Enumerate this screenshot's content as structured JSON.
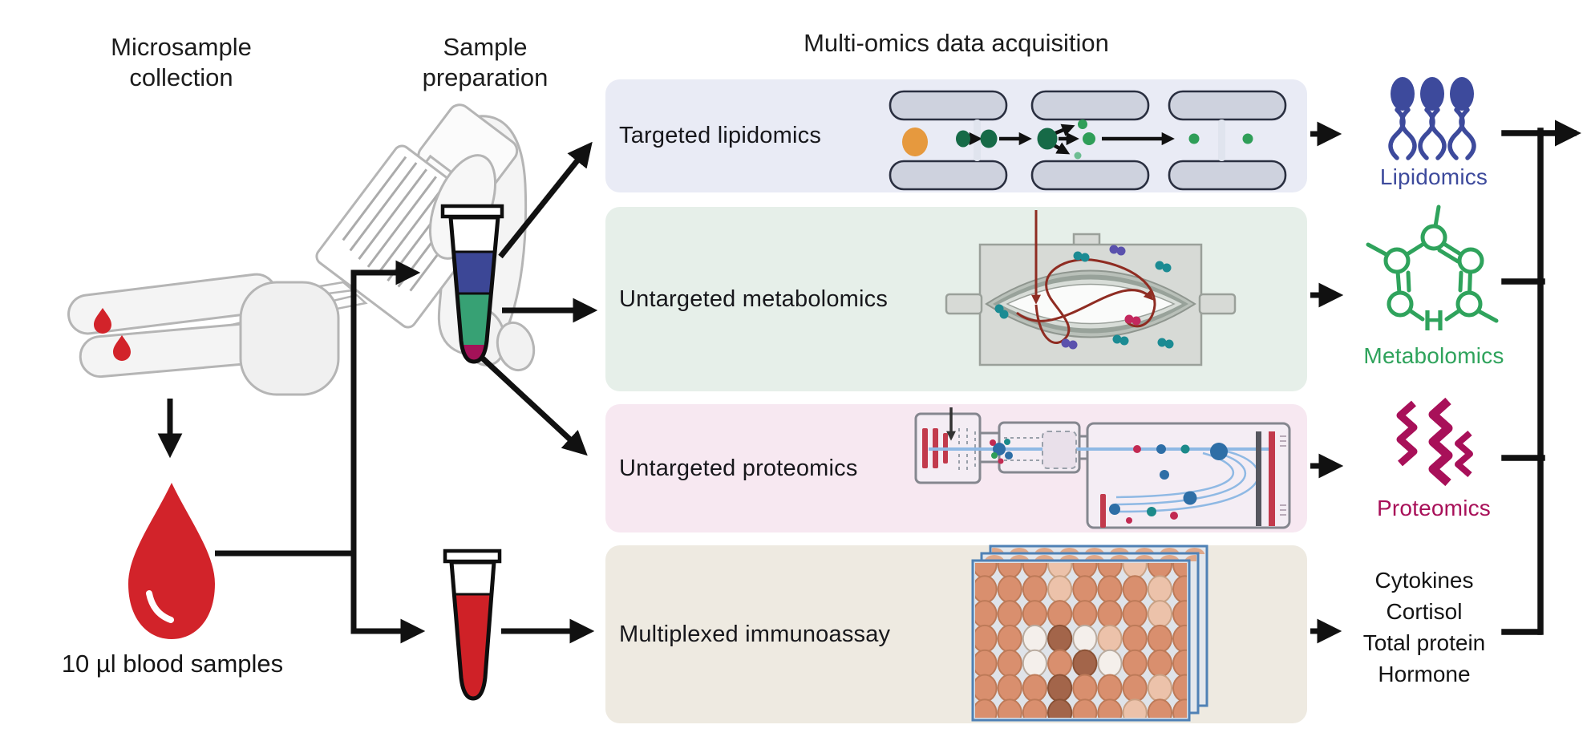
{
  "titles": {
    "collection": "Microsample\ncollection",
    "preparation": "Sample\npreparation",
    "acquisition": "Multi-omics data acquisition"
  },
  "collection": {
    "caption": "10 µl blood samples"
  },
  "panels": [
    {
      "id": "lipidomics",
      "label": "Targeted lipidomics",
      "bg": "#e9ebf5",
      "illustration": "triple-quadrupole-ms-icon"
    },
    {
      "id": "metabolomics",
      "label": "Untargeted metabolomics",
      "bg": "#e6efe9",
      "illustration": "orbitrap-ms-icon"
    },
    {
      "id": "proteomics",
      "label": "Untargeted proteomics",
      "bg": "#f7e8f1",
      "illustration": "ion-mobility-ms-icon"
    },
    {
      "id": "immunoassay",
      "label": "Multiplexed immunoassay",
      "bg": "#eeeae1",
      "illustration": "stacked-well-plates-icon"
    }
  ],
  "outputs": {
    "lipidomics": {
      "label": "Lipidomics",
      "color": "#3d4a9c",
      "icon": "phospholipid-icon"
    },
    "metabolomics": {
      "label": "Metabolomics",
      "color": "#2fa35c",
      "icon": "benzene-ring-icon"
    },
    "proteomics": {
      "label": "Proteomics",
      "color": "#a81059",
      "icon": "peptide-zigzag-icon"
    },
    "immunoassay": {
      "lines": [
        "Cytokines",
        "Cortisol",
        "Total protein",
        "Hormone"
      ]
    }
  },
  "colors": {
    "blood_red": "#cf2127",
    "tube_blue": "#3c4796",
    "tube_green": "#37a174",
    "tube_magenta": "#a31258",
    "arrow_black": "#111111",
    "orange_ion": "#e6993e",
    "dark_green_ion": "#166a47"
  },
  "illustrations": {
    "immunoassay_plate": {
      "palette": {
        "S": "#d98f6e",
        "L": "#ecc2aa",
        "W": "#f4efeb",
        "D": "#a3654a"
      },
      "stroke": {
        "S": "#bd7a58",
        "L": "#c9a184",
        "W": "#b9ab9f",
        "D": "#8a5236"
      },
      "rows": [
        "SSSLSSLSS",
        "SSSLSSSLS",
        "SSSSSSSLS",
        "SSWDWLSSS",
        "SSWSDWSSS",
        "SSSDSSSLS",
        "SSSDSSLSS"
      ]
    }
  }
}
